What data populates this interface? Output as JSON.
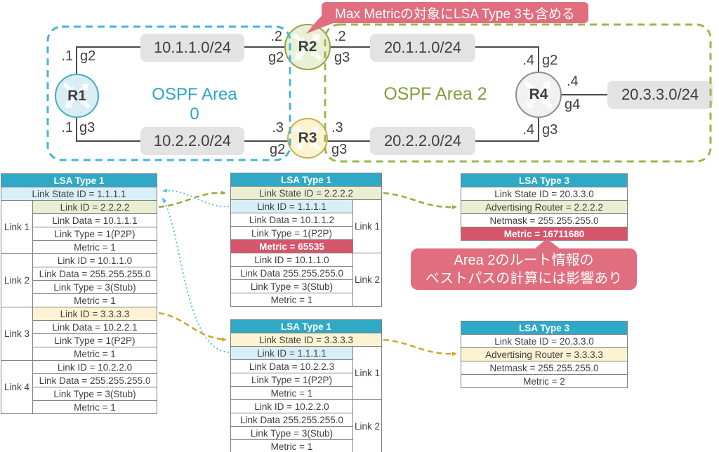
{
  "annotations": {
    "max_metric_banner": "Max Metricの対象にLSA Type 3も含める",
    "area2_impact_line1": "Area 2のルート情報の",
    "area2_impact_line2": "ベストパスの計算には影響あり"
  },
  "topology": {
    "area0_label": "OSPF Area 0",
    "area2_label": "OSPF Area 2",
    "routers": {
      "r1": "R1",
      "r2": "R2",
      "r3": "R3",
      "r4": "R4"
    },
    "networks": {
      "n1": "10.1.1.0/24",
      "n2": "10.2.2.0/24",
      "n3": "20.1.1.0/24",
      "n4": "20.2.2.0/24",
      "n5": "20.3.3.0/24"
    },
    "iflabels": {
      "r1g2_ip": ".1",
      "r1g2_if": "g2",
      "r1g3_ip": ".1",
      "r1g3_if": "g3",
      "r2g2_ip": ".2",
      "r2g2_if": "g2",
      "r2g3_ip": ".2",
      "r2g3_if": "g3",
      "r3g2_ip": ".3",
      "r3g2_if": "g2",
      "r3g3_ip": ".3",
      "r3g3_if": "g3",
      "r4g2_ip": ".4",
      "r4g2_if": "g2",
      "r4g3_ip": ".4",
      "r4g3_if": "g3",
      "r4g4_ip": ".4",
      "r4g4_if": "g4"
    }
  },
  "tables": {
    "r1": {
      "title": "LSA Type 1",
      "link_state_id": "Link State ID = 1.1.1.1",
      "links": [
        {
          "label": "Link 1",
          "rows": [
            "Link ID = 2.2.2.2",
            "Link Data = 10.1.1.1",
            "Link Type = 1(P2P)",
            "Metric = 1"
          ]
        },
        {
          "label": "Link 2",
          "rows": [
            "Link ID = 10.1.1.0",
            "Link Data = 255.255.255.0",
            "Link Type = 3(Stub)",
            "Metric = 1"
          ]
        },
        {
          "label": "Link 3",
          "rows": [
            "Link ID = 3.3.3.3",
            "Link Data = 10.2.2.1",
            "Link Type = 1(P2P)",
            "Metric = 1"
          ]
        },
        {
          "label": "Link 4",
          "rows": [
            "Link ID = 10.2.2.0",
            "Link Data = 255.255.255.0",
            "Link Type = 3(Stub)",
            "Metric = 1"
          ]
        }
      ]
    },
    "r2": {
      "title": "LSA Type 1",
      "link_state_id": "Link State ID = 2.2.2.2",
      "links": [
        {
          "label": "Link 1",
          "rows": [
            "Link ID = 1.1.1.1",
            "Link Data = 10.1.1.2",
            "Link Type = 1(P2P)",
            "Metric = 65535"
          ]
        },
        {
          "label": "Link 2",
          "rows": [
            "Link ID = 10.1.1.0",
            "Link Data 255.255.255.0",
            "Link Type = 3(Stub)",
            "Metric = 1"
          ]
        }
      ]
    },
    "r3": {
      "title": "LSA Type 1",
      "link_state_id": "Link State ID = 3.3.3.3",
      "links": [
        {
          "label": "Link 1",
          "rows": [
            "Link ID = 1.1.1.1",
            "Link Data = 10.2.2.3",
            "Link Type = 1(P2P)",
            "Metric = 1"
          ]
        },
        {
          "label": "Link 2",
          "rows": [
            "Link ID = 10.2.2.0",
            "Link Data 255.255.255.0",
            "Link Type = 3(Stub)",
            "Metric = 1"
          ]
        }
      ]
    },
    "lsa3_r2": {
      "title": "LSA Type 3",
      "rows": [
        "Link State ID = 20.3.3.0",
        "Advertising Router = 2.2.2.2",
        "Netmask = 255.255.255.0",
        "Metric = 16711680"
      ]
    },
    "lsa3_r3": {
      "title": "LSA Type 3",
      "rows": [
        "Link State ID = 20.3.3.0",
        "Advertising Router = 3.3.3.3",
        "Netmask = 255.255.255.0",
        "Metric = 2"
      ]
    }
  },
  "colors": {
    "table_header_teal": "#2FA9C5",
    "highlight_cyan": "#D9EFF7",
    "highlight_olive": "#EAEFD3",
    "highlight_yellow": "#FDF3D3",
    "metric_red": "#D5566B",
    "annotation_pink": "#E06E7E",
    "area0_border": "#45B6D6",
    "area2_border": "#9FB54F",
    "area0_text": "#29A7C8",
    "area2_text": "#7F9E3E",
    "r1_fill": "#D9EDF4",
    "r1_border": "#44AAC8",
    "r2_fill": "#EAF0D5",
    "r2_border": "#93A545",
    "r3_fill": "#FCF3D1",
    "r3_border": "#C9B04A",
    "r4_fill": "#F1F1F1",
    "r4_border": "#8E8E8E",
    "network_pill_gray": "#E3E3E3",
    "connector_cyan": "#56C0DE",
    "connector_olive": "#8FAE3C",
    "connector_yellow": "#D2A62B",
    "link_line": "#4A4A4A"
  }
}
